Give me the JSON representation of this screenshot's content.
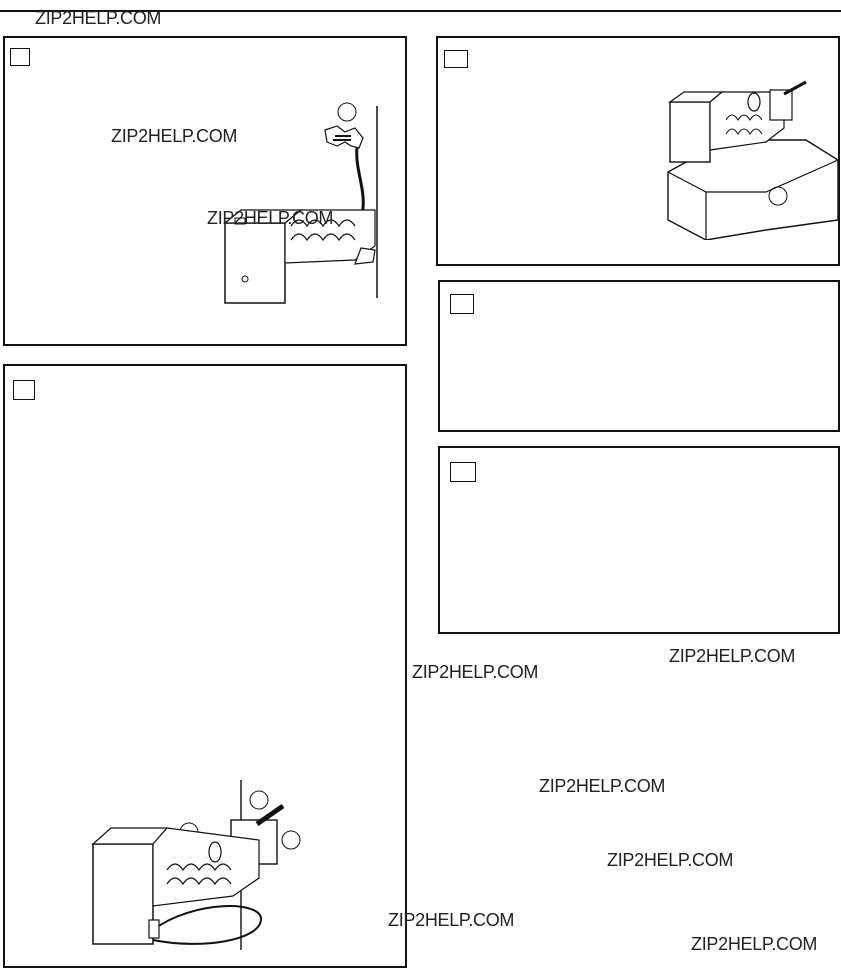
{
  "watermark": "ZIP2HELP.COM",
  "header": {
    "watermark": "ZIP2HELP.COM"
  },
  "panels": [
    {
      "id": "panel-1",
      "step_label": ""
    },
    {
      "id": "panel-2",
      "step_label": ""
    },
    {
      "id": "panel-3",
      "step_label": ""
    },
    {
      "id": "panel-4",
      "step_label": ""
    },
    {
      "id": "panel-5",
      "step_label": ""
    }
  ],
  "watermarks": [
    "ZIP2HELP.COM",
    "ZIP2HELP.COM",
    "ZIP2HELP.COM",
    "ZIP2HELP.COM",
    "ZIP2HELP.COM",
    "ZIP2HELP.COM",
    "ZIP2HELP.COM",
    "ZIP2HELP.COM",
    "ZIP2HELP.COM"
  ],
  "icons": {
    "panel-1": "icemaker-wall-connection-illustration",
    "panel-2": "icemaker-on-bucket-illustration",
    "panel-5": "icemaker-assembly-illustration"
  }
}
